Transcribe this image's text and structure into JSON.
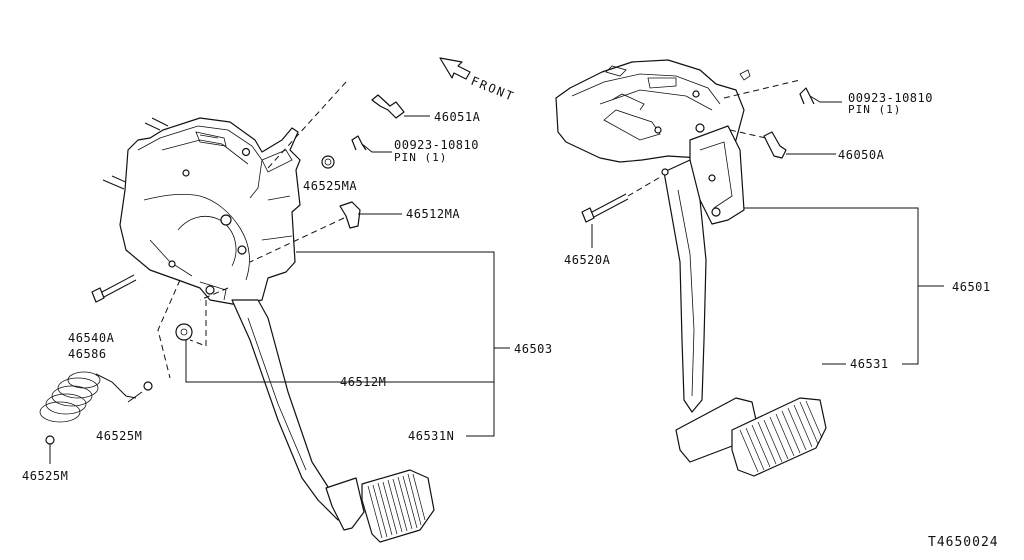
{
  "diagram": {
    "direction_label": "FRONT",
    "drawing_code": "T4650024",
    "callouts": {
      "p46051A": "46051A",
      "pin_left_num": "00923-10810",
      "pin_left_name": "PIN (1)",
      "p46525MA": "46525MA",
      "p46512MA": "46512MA",
      "p46540A": "46540A",
      "p46586": "46586",
      "p46503": "46503",
      "p46512M": "46512M",
      "p46525M_a": "46525M",
      "p46525M_b": "46525M",
      "p46531N": "46531N",
      "pin_right_num": "00923-10810",
      "pin_right_name": "PIN (1)",
      "p46050A": "46050A",
      "p46520A": "46520A",
      "p46501": "46501",
      "p46531": "46531"
    }
  }
}
